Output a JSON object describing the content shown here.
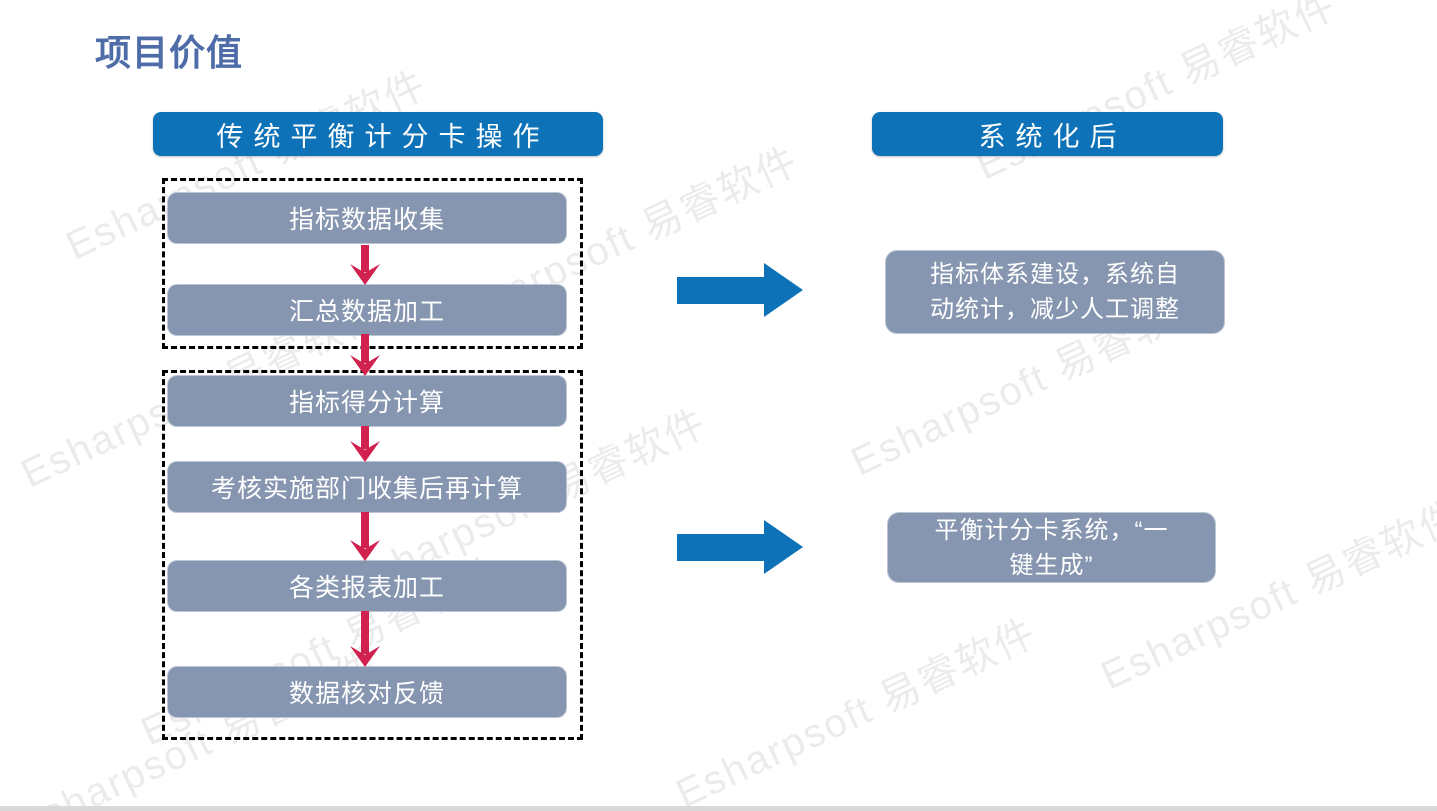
{
  "slide": {
    "title": "项目价值"
  },
  "watermark": {
    "text": "Esharpsoft 易睿软件"
  },
  "left_panel": {
    "header": "传统平衡计分卡操作",
    "groups": [
      {
        "steps": [
          "指标数据收集",
          "汇总数据加工"
        ]
      },
      {
        "steps": [
          "指标得分计算",
          "考核实施部门收集后再计算",
          "各类报表加工",
          "数据核对反馈"
        ]
      }
    ]
  },
  "right_panel": {
    "header": "系统化后",
    "results": [
      {
        "lines": [
          "指标体系建设，系统自",
          "动统计，减少人工调整"
        ]
      },
      {
        "lines": [
          "平衡计分卡系统，“一",
          "键生成”"
        ]
      }
    ]
  },
  "colors": {
    "header_blue": "#0E72B8",
    "box_gray": "#8696B0",
    "arrow_red": "#D1224F",
    "title_blue": "#4D6CA8",
    "footer_gray": "#D9D9D9"
  }
}
